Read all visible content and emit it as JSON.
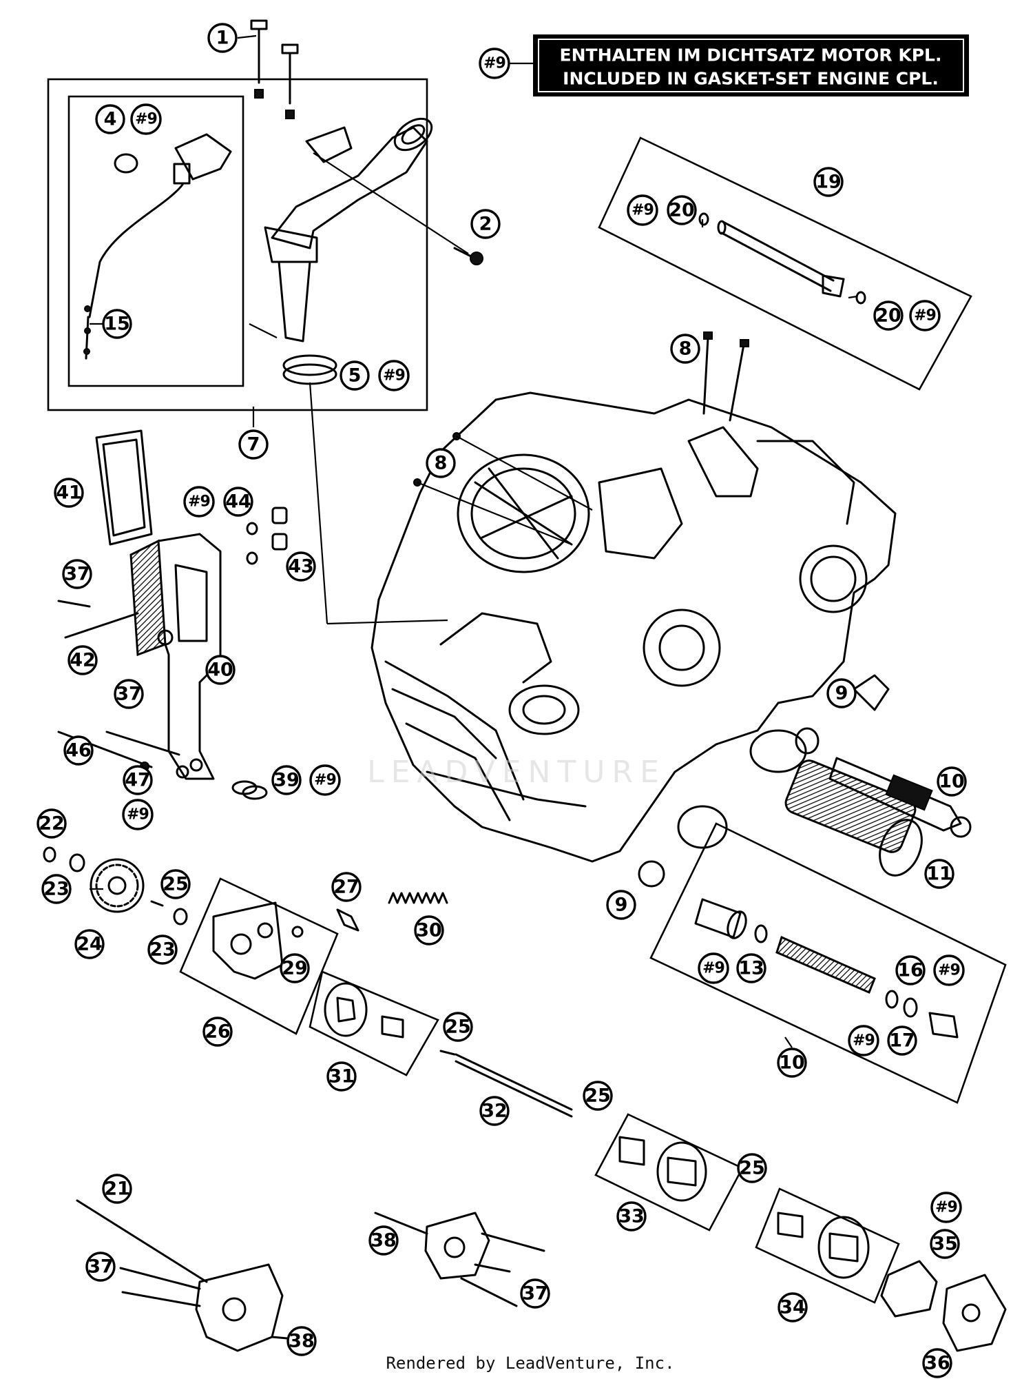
{
  "banner": {
    "ref": "#9",
    "line1": "ENTHALTEN IM DICHTSATZ MOTOR KPL.",
    "line2": "INCLUDED IN GASKET-SET ENGINE CPL."
  },
  "watermark": "LEADVENTURE",
  "footer": "Rendered by LeadVenture, Inc.",
  "callouts": [
    {
      "id": "c1",
      "label": "1"
    },
    {
      "id": "c2",
      "label": "2"
    },
    {
      "id": "c4",
      "label": "4"
    },
    {
      "id": "c5",
      "label": "5"
    },
    {
      "id": "c7",
      "label": "7"
    },
    {
      "id": "c8a",
      "label": "8"
    },
    {
      "id": "c8b",
      "label": "8"
    },
    {
      "id": "c9a",
      "label": "9"
    },
    {
      "id": "c9b",
      "label": "9"
    },
    {
      "id": "c10a",
      "label": "10"
    },
    {
      "id": "c10b",
      "label": "10"
    },
    {
      "id": "c11",
      "label": "11"
    },
    {
      "id": "c13",
      "label": "13"
    },
    {
      "id": "c15",
      "label": "15"
    },
    {
      "id": "c16",
      "label": "16"
    },
    {
      "id": "c17",
      "label": "17"
    },
    {
      "id": "c19",
      "label": "19"
    },
    {
      "id": "c20a",
      "label": "20"
    },
    {
      "id": "c20b",
      "label": "20"
    },
    {
      "id": "c21",
      "label": "21"
    },
    {
      "id": "c22",
      "label": "22"
    },
    {
      "id": "c23a",
      "label": "23"
    },
    {
      "id": "c23b",
      "label": "23"
    },
    {
      "id": "c24",
      "label": "24"
    },
    {
      "id": "c25a",
      "label": "25"
    },
    {
      "id": "c25b",
      "label": "25"
    },
    {
      "id": "c25c",
      "label": "25"
    },
    {
      "id": "c25d",
      "label": "25"
    },
    {
      "id": "c26",
      "label": "26"
    },
    {
      "id": "c27",
      "label": "27"
    },
    {
      "id": "c29",
      "label": "29"
    },
    {
      "id": "c30",
      "label": "30"
    },
    {
      "id": "c31",
      "label": "31"
    },
    {
      "id": "c32",
      "label": "32"
    },
    {
      "id": "c33",
      "label": "33"
    },
    {
      "id": "c34",
      "label": "34"
    },
    {
      "id": "c35",
      "label": "35"
    },
    {
      "id": "c36",
      "label": "36"
    },
    {
      "id": "c37a",
      "label": "37"
    },
    {
      "id": "c37b",
      "label": "37"
    },
    {
      "id": "c37c",
      "label": "37"
    },
    {
      "id": "c37d",
      "label": "37"
    },
    {
      "id": "c38a",
      "label": "38"
    },
    {
      "id": "c38b",
      "label": "38"
    },
    {
      "id": "c39",
      "label": "39"
    },
    {
      "id": "c40",
      "label": "40"
    },
    {
      "id": "c41",
      "label": "41"
    },
    {
      "id": "c42",
      "label": "42"
    },
    {
      "id": "c43",
      "label": "43"
    },
    {
      "id": "c44",
      "label": "44"
    },
    {
      "id": "c46",
      "label": "46"
    },
    {
      "id": "c47",
      "label": "47"
    }
  ],
  "refs": [
    {
      "id": "r4",
      "label": "#9"
    },
    {
      "id": "r5",
      "label": "#9"
    },
    {
      "id": "r19",
      "label": "#9"
    },
    {
      "id": "r20",
      "label": "#9"
    },
    {
      "id": "r44",
      "label": "#9"
    },
    {
      "id": "r39",
      "label": "#9"
    },
    {
      "id": "r47",
      "label": "#9"
    },
    {
      "id": "r13",
      "label": "#9"
    },
    {
      "id": "r16",
      "label": "#9"
    },
    {
      "id": "r17",
      "label": "#9"
    },
    {
      "id": "r35",
      "label": "#9"
    }
  ]
}
